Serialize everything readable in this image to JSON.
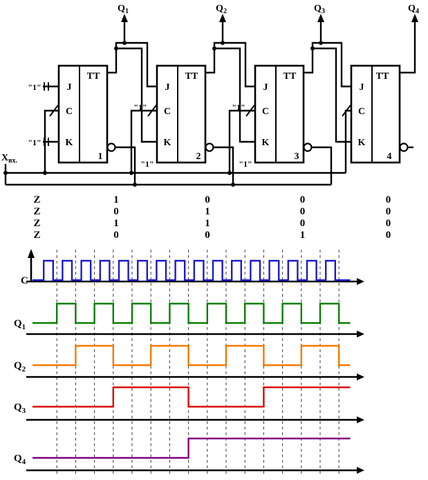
{
  "circuit": {
    "type_label": "TT",
    "const_label": "\"1\"",
    "input_labels": {
      "j": "J",
      "c": "C",
      "k": "K"
    },
    "input_signal": {
      "base": "X",
      "sub": "вх."
    },
    "outputs": [
      {
        "base": "Q",
        "sub": "1"
      },
      {
        "base": "Q",
        "sub": "2"
      },
      {
        "base": "Q",
        "sub": "3"
      },
      {
        "base": "Q",
        "sub": "4"
      }
    ],
    "flipflops": [
      {
        "number": "1"
      },
      {
        "number": "2"
      },
      {
        "number": "3"
      },
      {
        "number": "4"
      }
    ]
  },
  "state_table": {
    "row_label": "Z",
    "rows": [
      [
        "1",
        "0",
        "0",
        "0"
      ],
      [
        "0",
        "1",
        "0",
        "0"
      ],
      [
        "1",
        "1",
        "0",
        "0"
      ],
      [
        "0",
        "0",
        "1",
        "0"
      ]
    ]
  },
  "chart_data": {
    "type": "line",
    "title": "",
    "x_unit": "clock periods",
    "t_end": 16.6,
    "gridlines_t": [
      1,
      2,
      3,
      4,
      5,
      6,
      7,
      8,
      9,
      10,
      11,
      12,
      13,
      14,
      15,
      16
    ],
    "signals": [
      {
        "name": "C",
        "sub": "",
        "color": "#1a1acd",
        "high_intervals": [
          [
            0.3,
            0.8
          ],
          [
            1.3,
            1.8
          ],
          [
            2.3,
            2.8
          ],
          [
            3.3,
            3.8
          ],
          [
            4.3,
            4.8
          ],
          [
            5.3,
            5.8
          ],
          [
            6.3,
            6.8
          ],
          [
            7.3,
            7.8
          ],
          [
            8.3,
            8.8
          ],
          [
            9.3,
            9.8
          ],
          [
            10.3,
            10.8
          ],
          [
            11.3,
            11.8
          ],
          [
            12.3,
            12.8
          ],
          [
            13.3,
            13.8
          ],
          [
            14.3,
            14.8
          ],
          [
            15.3,
            15.8
          ]
        ]
      },
      {
        "name": "Q",
        "sub": "1",
        "color": "#087f00",
        "high_intervals": [
          [
            1,
            2
          ],
          [
            3,
            4
          ],
          [
            5,
            6
          ],
          [
            7,
            8
          ],
          [
            9,
            10
          ],
          [
            11,
            12
          ],
          [
            13,
            14
          ],
          [
            15,
            16
          ]
        ]
      },
      {
        "name": "Q",
        "sub": "2",
        "color": "#f57900",
        "high_intervals": [
          [
            2,
            4
          ],
          [
            6,
            8
          ],
          [
            10,
            12
          ],
          [
            14,
            16
          ]
        ]
      },
      {
        "name": "Q",
        "sub": "3",
        "color": "#dc0000",
        "high_intervals": [
          [
            4,
            8
          ],
          [
            12,
            16.6
          ]
        ]
      },
      {
        "name": "Q",
        "sub": "4",
        "color": "#800080",
        "high_intervals": [
          [
            8,
            16.6
          ]
        ]
      }
    ]
  }
}
